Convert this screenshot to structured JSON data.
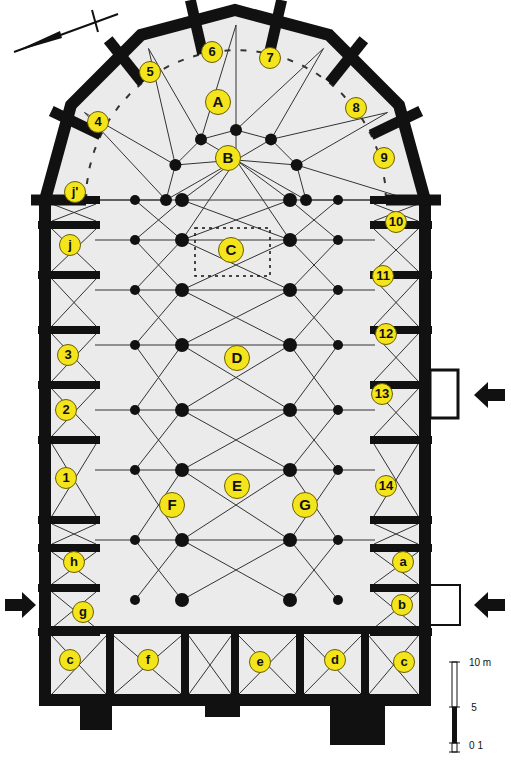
{
  "diagram": {
    "labels": [
      "A",
      "B",
      "C",
      "D",
      "E",
      "F",
      "G",
      "1",
      "2",
      "3",
      "4",
      "5",
      "6",
      "7",
      "8",
      "9",
      "10",
      "11",
      "12",
      "13",
      "14",
      "a",
      "b",
      "c",
      "c",
      "d",
      "e",
      "f",
      "g",
      "h",
      "j",
      "j'",
      "10 m",
      "5",
      "0 1"
    ]
  }
}
